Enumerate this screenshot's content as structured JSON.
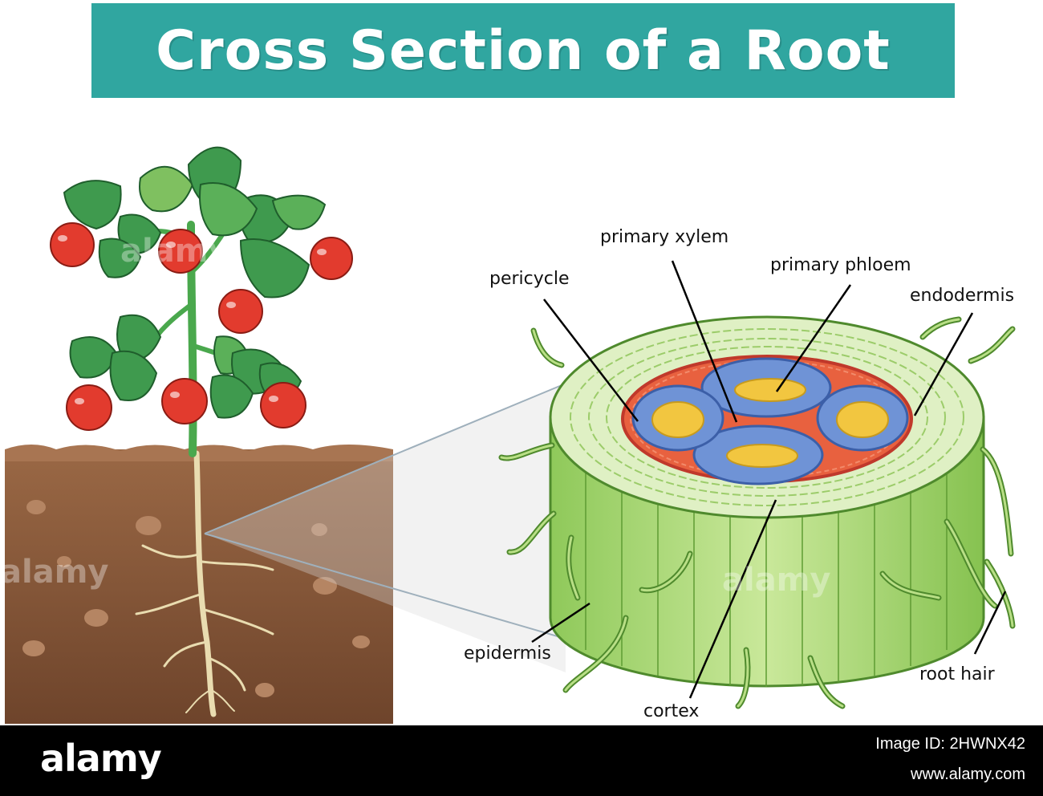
{
  "title": "Cross Section of a Root",
  "labels": {
    "primary_xylem": "primary xylem",
    "primary_phloem": "primary phloem",
    "pericycle": "pericycle",
    "endodermis": "endodermis",
    "epidermis": "epidermis",
    "cortex": "cortex",
    "root_hair": "root hair"
  },
  "watermark": "alamy",
  "footer": {
    "logo": "alamy",
    "image_id": "Image ID: 2HWNX42",
    "site": "www.alamy.com"
  },
  "colors": {
    "banner": "#30a6a0",
    "soil": "#8a5a3c",
    "leaf": "#3f9a4e",
    "tomato": "#e23b2e",
    "root_green": "#a9d66a",
    "pericycle_red": "#e8613f",
    "xylem_blue": "#6f93d6",
    "phloem_yellow": "#f2c640"
  }
}
